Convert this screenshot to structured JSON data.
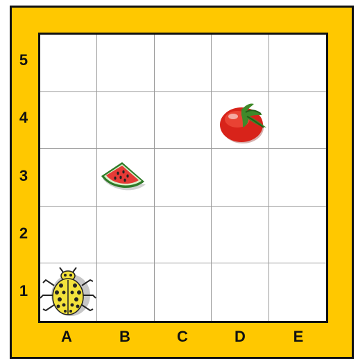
{
  "board": {
    "rows": [
      "5",
      "4",
      "3",
      "2",
      "1"
    ],
    "columns": [
      "A",
      "B",
      "C",
      "D",
      "E"
    ],
    "frame_color": "#FFC800",
    "pieces": [
      {
        "name": "ladybug",
        "icon": "ladybug-icon",
        "cell": "A1"
      },
      {
        "name": "watermelon",
        "icon": "watermelon-icon",
        "cell": "B3"
      },
      {
        "name": "tomato",
        "icon": "tomato-icon",
        "cell": "D4"
      }
    ]
  }
}
